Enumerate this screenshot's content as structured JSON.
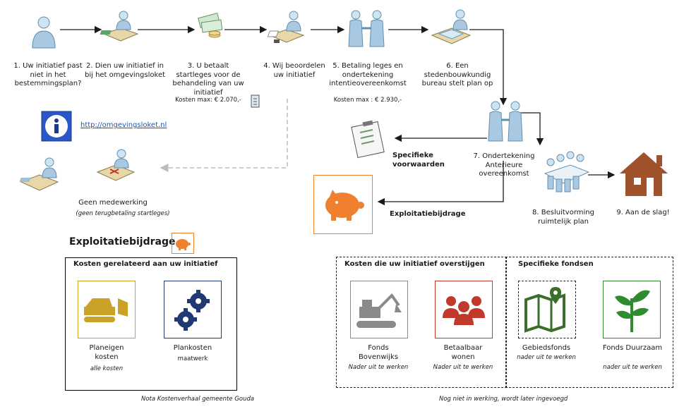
{
  "steps": [
    {
      "text": "1. Uw initiatief past niet in het bestemmingsplan?"
    },
    {
      "text": "2. Dien uw initiatief in bij het omgevingsloket"
    },
    {
      "text": "3. U betaalt startleges voor de behandeling van uw initiatief",
      "cost": "Kosten max: € 2.070,-"
    },
    {
      "text": "4. Wij beoordelen uw initiatief"
    },
    {
      "text": "5. Betaling leges en ondertekening intentieovereenkomst",
      "cost": "Kosten max : € 2.930,-"
    },
    {
      "text": "6. Een stedenbouwkundig bureau stelt plan op"
    },
    {
      "text": "7. Ondertekening Anterieure overeenkomst"
    },
    {
      "text": "8. Besluitvorming ruimtelijk plan"
    },
    {
      "text": "9. Aan de slag!"
    }
  ],
  "link": "http://omgevingsloket.nl",
  "no_cooperation": {
    "title": "Geen medewerking",
    "note": "(geen terugbetaling startleges)"
  },
  "specific_conditions": "Specifieke voorwaarden",
  "exploitation_label": "Exploitatiebijdrage",
  "exploitation_heading": "Exploitatiebijdrage",
  "left_box": {
    "title": "Kosten gerelateerd aan uw initiatief",
    "cards": [
      {
        "title": "Planeigen kosten",
        "note": "alle kosten",
        "color": "#c9a227"
      },
      {
        "title": "Plankosten",
        "note": "maatwerk",
        "color": "#1f3a73"
      }
    ]
  },
  "right_box": {
    "title_left": "Kosten die uw initiatief overstijgen",
    "title_right": "Specifieke fondsen",
    "cards": [
      {
        "title": "Fonds Bovenwijks",
        "note": "Nader uit te werken",
        "color": "#8a8a8a"
      },
      {
        "title": "Betaalbaar wonen",
        "note": "Nader uit te werken",
        "color": "#c0392b"
      },
      {
        "title": "Gebiedsfonds",
        "note": "nader uit te werken",
        "color": "#3b6e2a"
      },
      {
        "title": "Fonds Duurzaam",
        "note": "nader uit te werken",
        "color": "#2e8b2e"
      }
    ]
  },
  "footnotes": {
    "left": "Nota Kostenverhaal gemeente Gouda",
    "right": "Nog niet in werking, wordt later ingevoegd"
  },
  "colors": {
    "orange": "#f07f2e",
    "house": "#a0522d",
    "arrow": "#1a1a1a",
    "dashed_arrow": "#bbbbbb"
  }
}
